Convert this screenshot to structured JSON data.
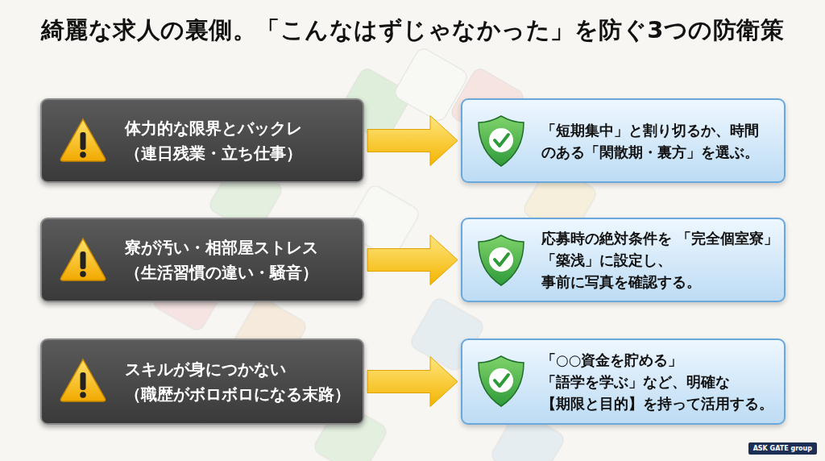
{
  "diagram": {
    "title": "綺麗な求人の裏側。「こんなはずじゃなかった」を防ぐ3つの防衛策",
    "nodes": [
      {
        "text": [
          "体力的な限界とバックレ",
          "（連日残業・立ち仕事）"
        ]
      },
      {
        "text": [
          "「短期集中」と割り切るか、時間 のある「閑散期・裏方」を選ぶ。"
        ]
      },
      {
        "text": [
          "寮が汚い・相部屋ストレス",
          "（生活習慣の違い・騒音）"
        ]
      },
      {
        "text": [
          "応募時の絶対条件を 「完全個室寮」「築浅」に設定し、 事前に写真を確認する。"
        ]
      },
      {
        "text": [
          "スキルが身につかない",
          "（職歴がボロボロになる末路）"
        ]
      },
      {
        "text": [
          "「○○資金を貯める」 「語学を学ぶ」など、明確な 【期限と目的】を持って活用する。"
        ]
      }
    ],
    "edges": [
      {
        "from": 0,
        "to": 1,
        "arrow": "to"
      },
      {
        "from": 2,
        "to": 3,
        "arrow": "to"
      },
      {
        "from": 4,
        "to": 5,
        "arrow": "to"
      }
    ],
    "labels": [
      "ASK GATE group"
    ]
  }
}
